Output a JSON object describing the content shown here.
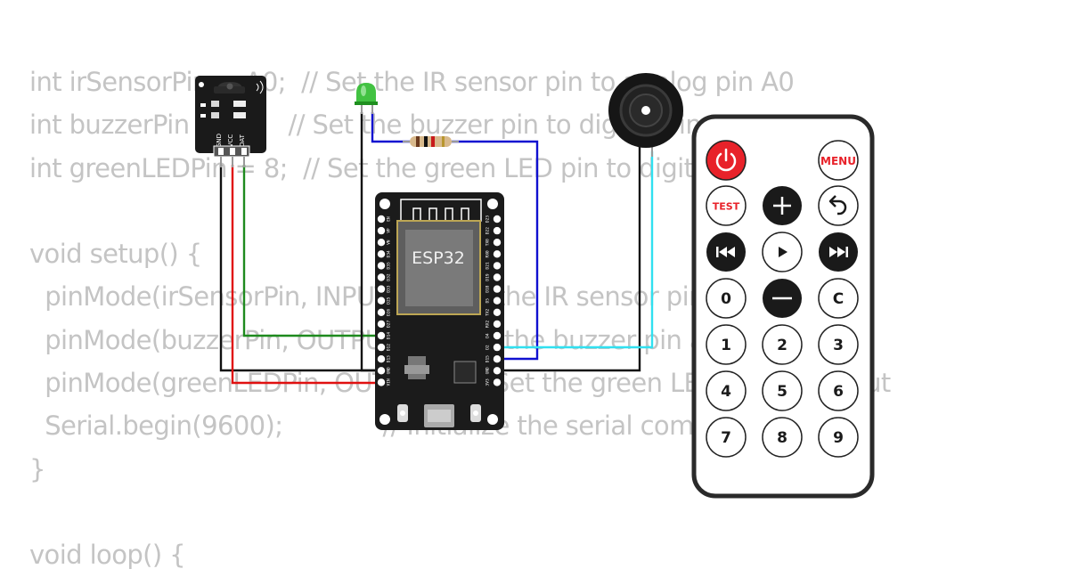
{
  "code_lines": [
    "int irSensorPin = A0;  // Set the IR sensor pin to analog pin A0",
    "int buzzerPin = 7;     // Set the buzzer pin to digital pin 7",
    "int greenLEDPin = 8;  // Set the green LED pin to digital pin 8",
    "",
    "void setup() {",
    "  pinMode(irSensorPin, INPUT);  // Set the IR sensor pin as input",
    "  pinMode(buzzerPin, OUTPUT);  // Set the buzzer pin as output",
    "  pinMode(greenLEDPin, OUTPUT);  // Set the green LED pin as output",
    "  Serial.begin(9600);             // Initialize the serial communication",
    "}",
    "",
    "void loop() {"
  ],
  "esp32": {
    "chip_label": "ESP32",
    "left_pins": [
      "EN",
      "VP",
      "VN",
      "D34",
      "D35",
      "D32",
      "D33",
      "D25",
      "D26",
      "D27",
      "D14",
      "D12",
      "D13",
      "GND",
      "VIN"
    ],
    "right_pins": [
      "D23",
      "D22",
      "TX0",
      "RX0",
      "D21",
      "D19",
      "D18",
      "D5",
      "TX2",
      "RX2",
      "D4",
      "D2",
      "D15",
      "GND",
      "3V3"
    ]
  },
  "ir_module": {
    "pin_labels": [
      "GND",
      "VCC",
      "DAT"
    ]
  },
  "remote": {
    "power_icon": "power-icon",
    "menu_label": "MENU",
    "test_label": "TEST",
    "plus_icon": "plus-icon",
    "back_icon": "back-arrow-icon",
    "prev_icon": "skip-previous-icon",
    "play_icon": "play-icon",
    "next_icon": "skip-next-icon",
    "minus_icon": "minus-icon",
    "keys": {
      "k0": "0",
      "kc": "C",
      "k1": "1",
      "k2": "2",
      "k3": "3",
      "k4": "4",
      "k5": "5",
      "k6": "6",
      "k7": "7",
      "k8": "8",
      "k9": "9"
    }
  },
  "colors": {
    "wire_black": "#111111",
    "wire_red": "#e01010",
    "wire_green": "#1e8a1e",
    "wire_blue": "#1010d0",
    "wire_cyan": "#30e0f0",
    "power_button": "#e8222a",
    "menu_text": "#e8222a",
    "board": "#1b1b1b",
    "led": "#2dbb2d"
  }
}
